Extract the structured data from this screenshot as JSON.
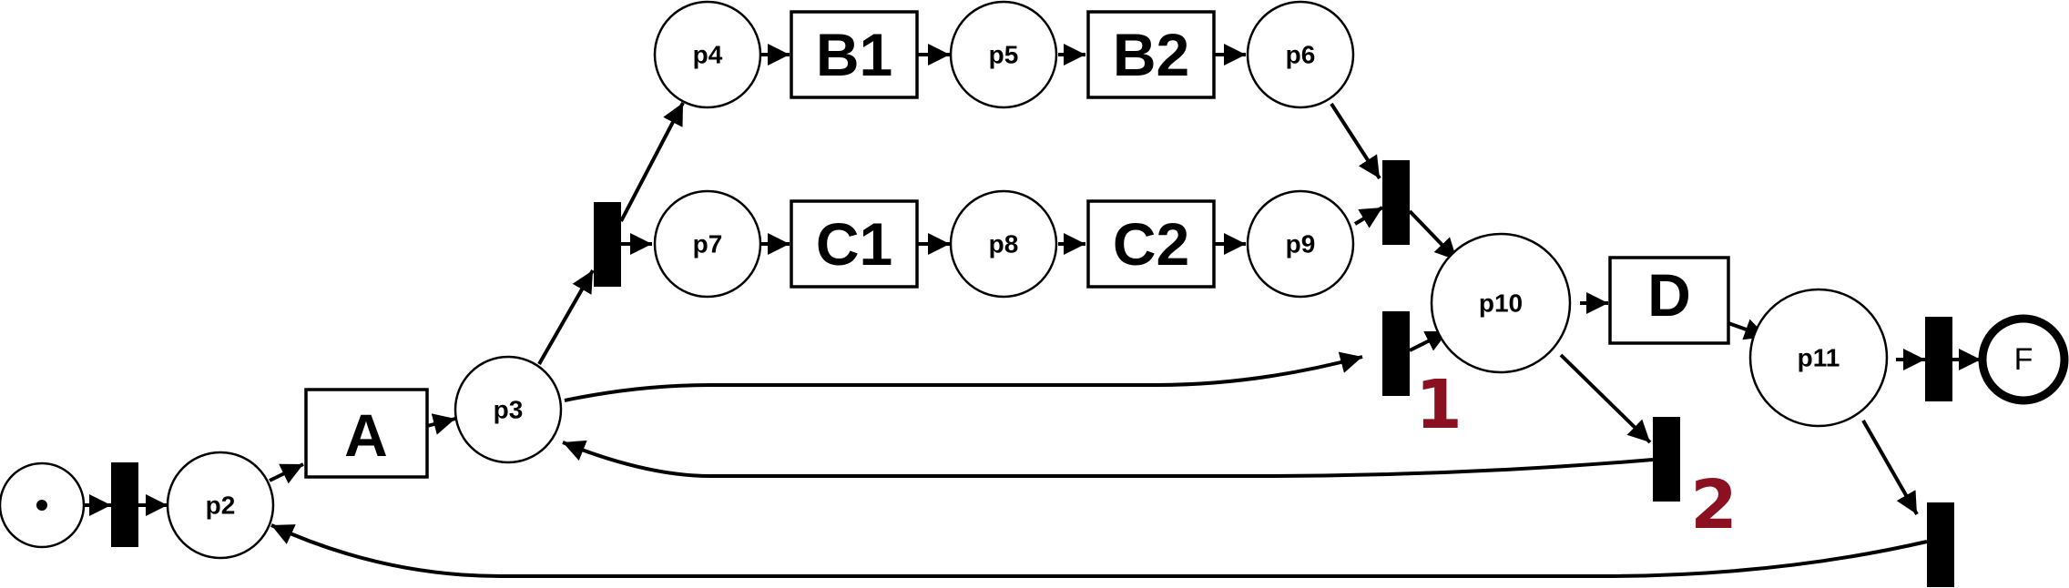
{
  "diagram": {
    "places": {
      "p2": "p2",
      "p3": "p3",
      "p4": "p4",
      "p5": "p5",
      "p6": "p6",
      "p7": "p7",
      "p8": "p8",
      "p9": "p9",
      "p10": "p10",
      "p11": "p11",
      "final": "F"
    },
    "tasks": {
      "A": "A",
      "B1": "B1",
      "B2": "B2",
      "C1": "C1",
      "C2": "C2",
      "D": "D"
    },
    "annotations": {
      "one": "1",
      "two": "2"
    },
    "colors": {
      "stroke": "#000000",
      "annotation": "#8b1020",
      "background": "#ffffff"
    }
  }
}
